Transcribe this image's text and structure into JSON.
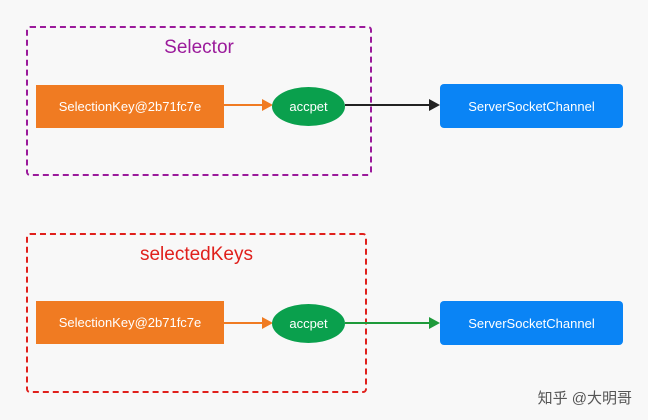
{
  "selector_group": {
    "title": "Selector",
    "color": "#9b1a9b",
    "key_label": "SelectionKey@2b71fc7e",
    "event_label": "accpet",
    "channel_label": "ServerSocketChannel",
    "connector_color_in": "#f07b22",
    "connector_color_out": "#222222"
  },
  "selected_keys_group": {
    "title": "selectedKeys",
    "color": "#e0201c",
    "key_label": "SelectionKey@2b71fc7e",
    "event_label": "accpet",
    "channel_label": "ServerSocketChannel",
    "connector_color_in": "#f07b22",
    "connector_color_out": "#1e9a3a"
  },
  "colors": {
    "key_fill": "#f07b22",
    "event_fill": "#0aa04d",
    "channel_fill": "#0a84f5"
  },
  "watermark": "知乎 @大明哥"
}
